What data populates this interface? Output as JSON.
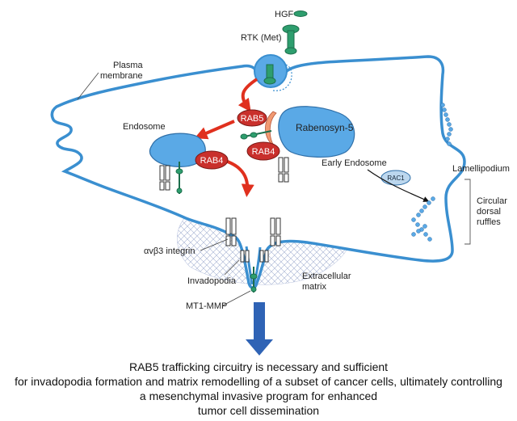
{
  "labels": {
    "hgf": "HGF",
    "rtk": "RTK (Met)",
    "plasma_line1": "Plasma",
    "plasma_line2": "membrane",
    "endosome": "Endosome",
    "rab5": "RAB5",
    "rabenosyn": "Rabenosyn-5",
    "rab4_right": "RAB4",
    "rab4_left": "RAB4",
    "early_endosome": "Early Endosome",
    "rac1": "RAC1",
    "lamellipodium": "Lamellipodium",
    "circular_line1": "Circular",
    "circular_line2": "dorsal",
    "circular_line3": "ruffles",
    "integrin": "αvβ3 integrin",
    "invadopodia": "Invadopodia",
    "ecm_line1": "Extracellular",
    "ecm_line2": "matrix",
    "mt1mmp": "MT1-MMP"
  },
  "caption": {
    "line1": "RAB5 trafficking circuitry is necessary and sufficient",
    "line2": "for invadopodia formation and matrix remodelling of a subset of cancer cells, ultimately controlling",
    "line3": "a mesenchymal invasive program for enhanced",
    "line4": "tumor cell dissemination"
  },
  "colors": {
    "membrane": "#3a8fd0",
    "endosome_fill": "#5aa9e6",
    "rab_fill": "#c9302c",
    "arrow_red": "#e0301e",
    "arrow_blue": "#2f63b5",
    "receptor_green": "#2e9e6e",
    "matrix": "#9aa8cc"
  }
}
